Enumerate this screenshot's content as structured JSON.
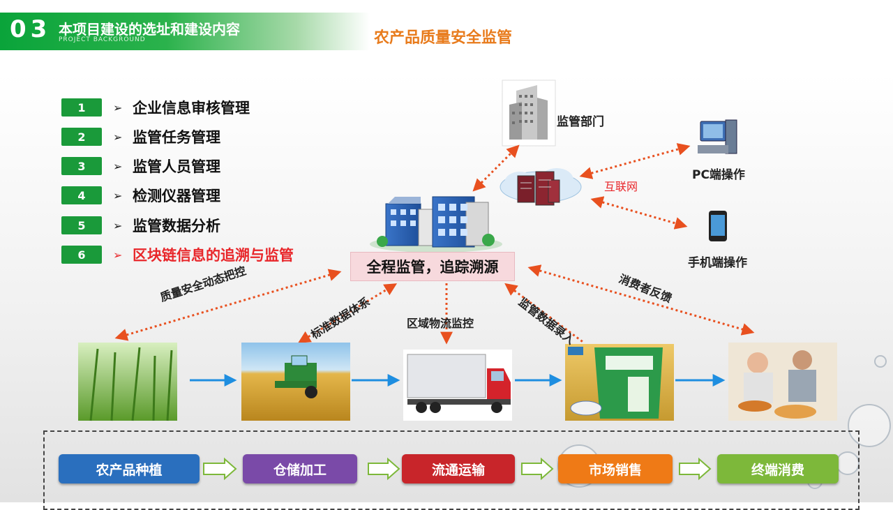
{
  "header": {
    "section_number": "03",
    "title": "本项目建设的选址和建设内容",
    "subtitle": "PROJECT  BACKGROUND",
    "page_title": "农产品质量安全监管"
  },
  "list": [
    {
      "num": "1",
      "label": "企业信息审核管理"
    },
    {
      "num": "2",
      "label": "监管任务管理"
    },
    {
      "num": "3",
      "label": "监管人员管理"
    },
    {
      "num": "4",
      "label": "检测仪器管理"
    },
    {
      "num": "5",
      "label": "监管数据分析"
    },
    {
      "num": "6",
      "label": "区块链信息的追溯与监管"
    }
  ],
  "list_arrow": "➢",
  "center_label": "全程监管，追踪溯源",
  "nodes": {
    "regulator": "监管部门",
    "internet": "互联网",
    "pc": "PC端操作",
    "mobile": "手机端操作"
  },
  "flow_labels": {
    "quality": "质量安全动态把控",
    "standard": "标准数据体系",
    "logistics": "区域物流监控",
    "data_entry": "监管数据录入",
    "feedback": "消费者反馈"
  },
  "stages": [
    {
      "label": "农产品种植",
      "color": "#2a6fbe"
    },
    {
      "label": "仓储加工",
      "color": "#7a4aa8"
    },
    {
      "label": "流通运输",
      "color": "#c8252a"
    },
    {
      "label": "市场销售",
      "color": "#ef7a16"
    },
    {
      "label": "终端消费",
      "color": "#7db83a"
    }
  ],
  "colors": {
    "accent_green": "#1a9a3a",
    "title_orange": "#e87b1c",
    "highlight_red": "#e8262a",
    "dotted_arrow": "#e8501f",
    "flow_arrow": "#1e8ee0"
  }
}
